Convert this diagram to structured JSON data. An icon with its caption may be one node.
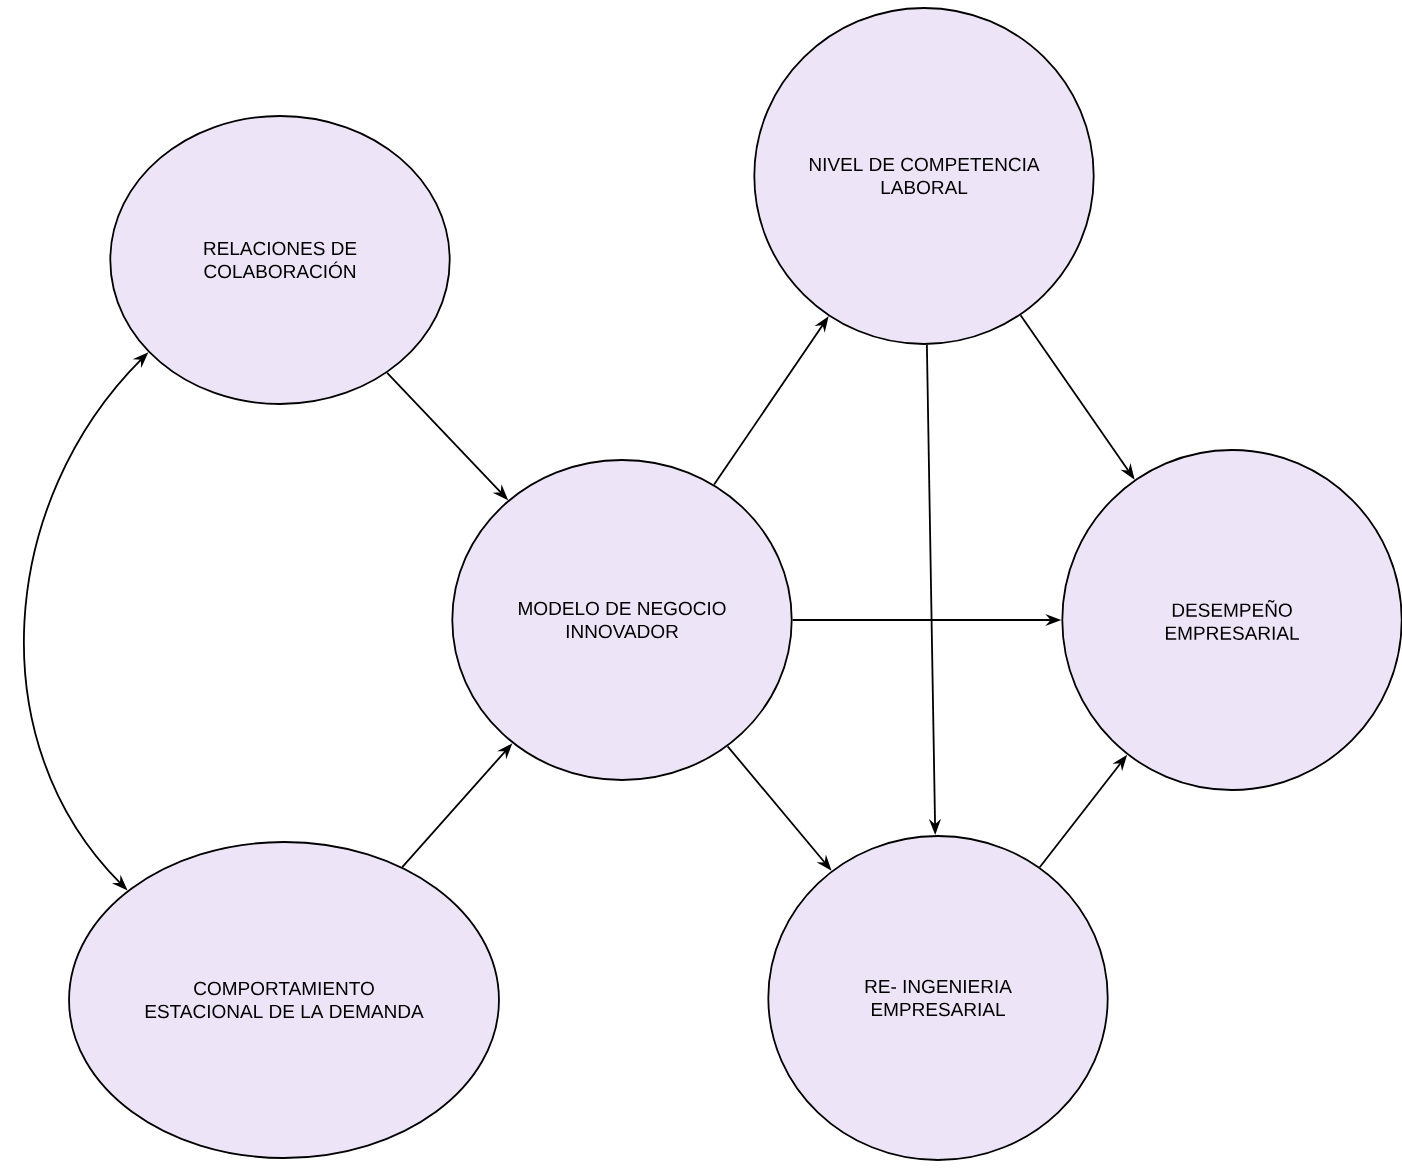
{
  "diagram": {
    "nodes": [
      {
        "text": [
          "RELACIONES DE COLABORACIÓN"
        ]
      },
      {
        "text": [
          "NIVEL DE COMPETENCIA LABORAL"
        ]
      },
      {
        "text": [
          "MODELO DE NEGOCIO INNOVADOR"
        ]
      },
      {
        "text": [
          "DESEMPEÑO EMPRESARIAL"
        ]
      },
      {
        "text": [
          "COMPORTAMIENTO ESTACIONAL DE LA DEMANDA"
        ]
      },
      {
        "text": [
          "RE- INGENIERIA EMPRESARIAL"
        ]
      }
    ],
    "edges": [
      {
        "from": 0,
        "to": 2,
        "arrow": "to"
      },
      {
        "from": 0,
        "to": 4,
        "arrow": "both"
      },
      {
        "from": 4,
        "to": 2,
        "arrow": "to"
      },
      {
        "from": 2,
        "to": 1,
        "arrow": "to"
      },
      {
        "from": 2,
        "to": 3,
        "arrow": "to"
      },
      {
        "from": 2,
        "to": 5,
        "arrow": "to"
      },
      {
        "from": 1,
        "to": 3,
        "arrow": "to"
      },
      {
        "from": 1,
        "to": 5,
        "arrow": "to"
      },
      {
        "from": 5,
        "to": 3,
        "arrow": "to"
      }
    ]
  }
}
